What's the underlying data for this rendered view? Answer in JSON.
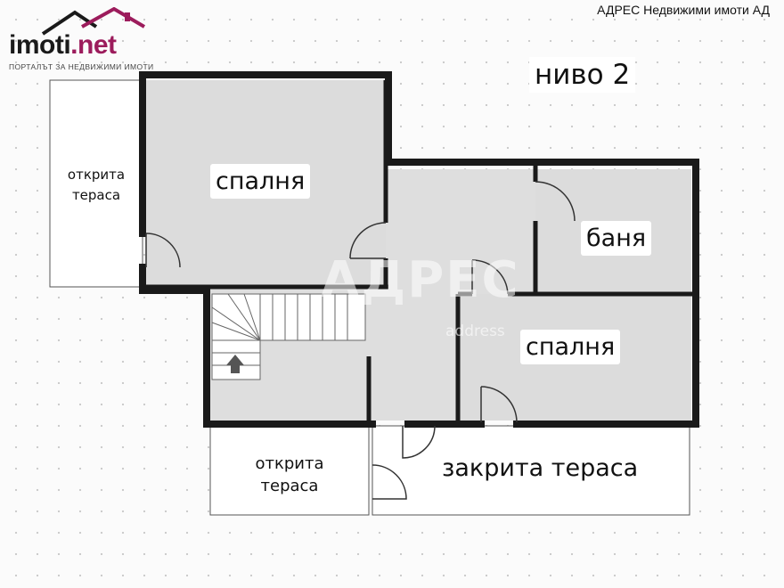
{
  "header": {
    "company": "АДРЕС Недвижими имоти АД"
  },
  "logo": {
    "name_main": "imoti",
    "name_accent": ".net",
    "tagline": "ПОРТАЛЪТ ЗА НЕДВИЖИМИ ИМОТИ"
  },
  "level": "ниво 2",
  "watermark": {
    "text": "АДРЕС",
    "sub": "address"
  },
  "rooms": {
    "bedroom_top": "спалня",
    "bedroom_right": "спалня",
    "bathroom": "баня",
    "open_terrace_left_line1": "открита",
    "open_terrace_left_line2": "тераса",
    "open_terrace_bottom_line1": "открита",
    "open_terrace_bottom_line2": "тераса",
    "closed_terrace": "закрита тераса"
  },
  "colors": {
    "wall": "#1a1a1a",
    "room_fill": "#dedede",
    "brand_accent": "#9c1c5c"
  }
}
